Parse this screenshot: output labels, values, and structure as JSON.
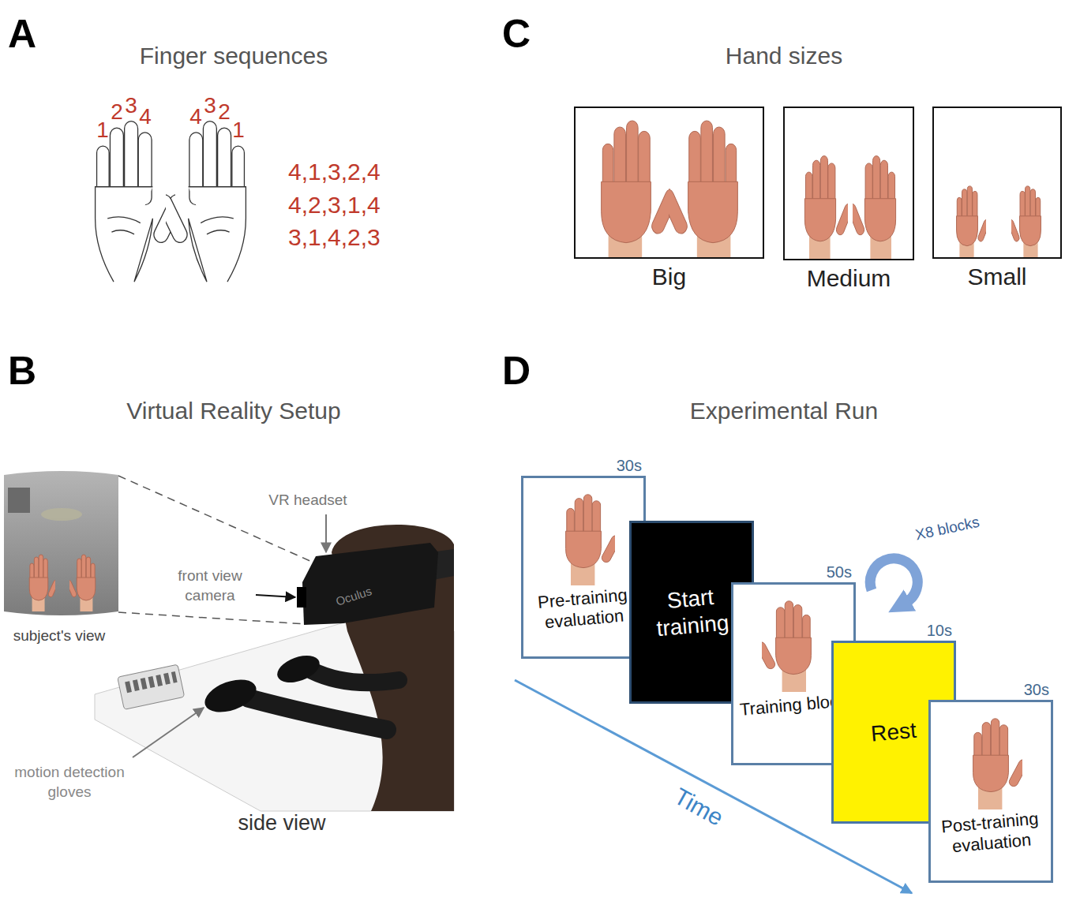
{
  "diagram": {
    "nodes": [
      {
        "text": [
          "Big"
        ]
      },
      {
        "text": [
          "Medium"
        ]
      },
      {
        "text": [
          "Small"
        ]
      },
      {
        "text": [
          "30s",
          "Pre-training evaluation"
        ]
      },
      {
        "text": [
          "Start training"
        ]
      },
      {
        "text": [
          "50s",
          "Training block"
        ]
      },
      {
        "text": [
          "10s",
          "Rest"
        ]
      },
      {
        "text": [
          "30s",
          "Post-training evaluation"
        ]
      }
    ],
    "labels": [
      "A",
      "Finger sequences",
      "1",
      "2",
      "3",
      "4",
      "4",
      "3",
      "2",
      "1",
      "4,1,3,2,4",
      "4,2,3,1,4",
      "3,1,4,2,3",
      "C",
      "Hand sizes",
      "B",
      "Virtual Reality Setup",
      "VR headset",
      "front view camera",
      "subject's view",
      "motion detection gloves",
      "Oculus",
      "side view",
      "D",
      "Experimental Run",
      "X8 blocks",
      "Time"
    ]
  }
}
